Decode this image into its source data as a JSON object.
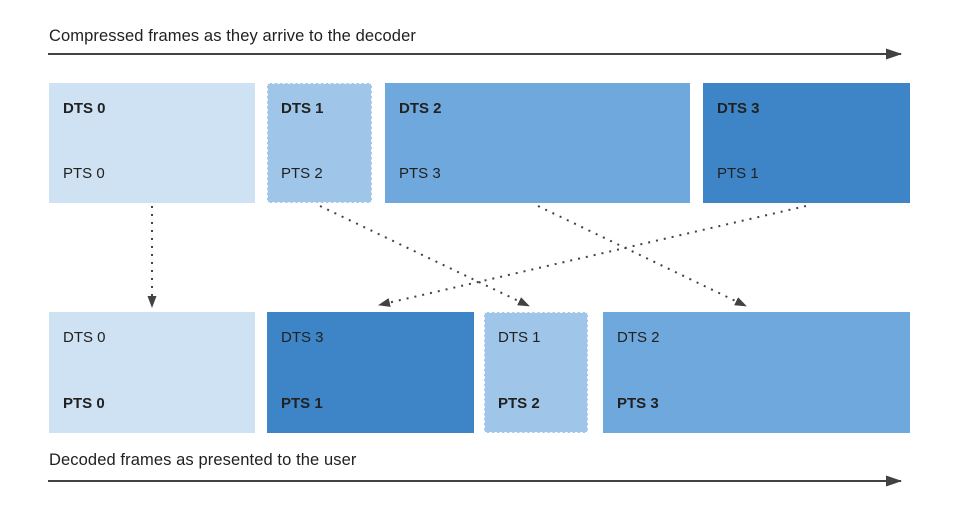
{
  "diagram": {
    "top_section": {
      "title": "Compressed frames as they arrive to the decoder",
      "boxes": [
        {
          "dts": "DTS 0",
          "pts": "PTS 0",
          "color": "#cfe2f3"
        },
        {
          "dts": "DTS 1",
          "pts": "PTS 2",
          "color": "#9fc5e8"
        },
        {
          "dts": "DTS 2",
          "pts": "PTS 3",
          "color": "#6fa8dc"
        },
        {
          "dts": "DTS 3",
          "pts": "PTS 1",
          "color": "#3d85c6"
        }
      ]
    },
    "bottom_section": {
      "title": "Decoded frames as presented to the user",
      "boxes": [
        {
          "dts": "DTS 0",
          "pts": "PTS 0",
          "color": "#cfe2f3"
        },
        {
          "dts": "DTS 3",
          "pts": "PTS 1",
          "color": "#3d85c6"
        },
        {
          "dts": "DTS 1",
          "pts": "PTS 2",
          "color": "#9fc5e8"
        },
        {
          "dts": "DTS 2",
          "pts": "PTS 3",
          "color": "#6fa8dc"
        }
      ]
    },
    "connections": [
      {
        "source": "DTS 0 / PTS 0 (compressed)",
        "target": "DTS 0 / PTS 0 (decoded)"
      },
      {
        "source": "DTS 1 / PTS 2 (compressed)",
        "target": "DTS 1 / PTS 2 (decoded)"
      },
      {
        "source": "DTS 2 / PTS 3 (compressed)",
        "target": "DTS 2 / PTS 3 (decoded)"
      },
      {
        "source": "DTS 3 / PTS 1 (compressed)",
        "target": "DTS 3 / PTS 1 (decoded)"
      }
    ],
    "colors": {
      "arrow": "#424242",
      "text": "#212121",
      "background": "#ffffff"
    }
  }
}
